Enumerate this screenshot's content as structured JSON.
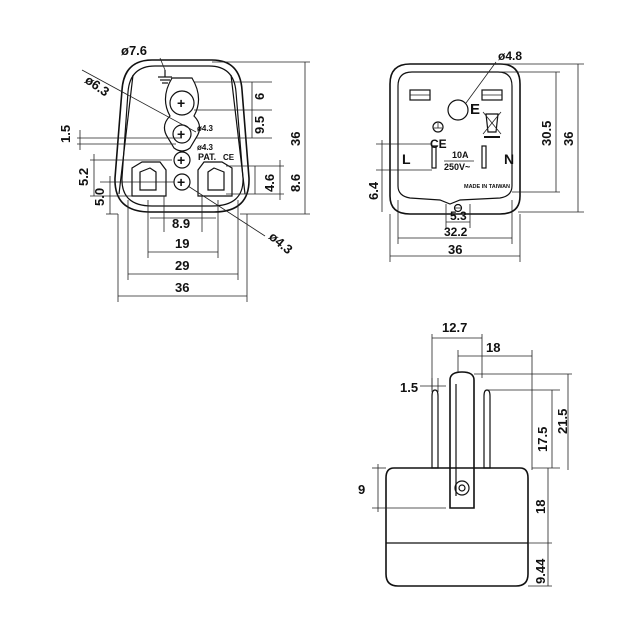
{
  "front": {
    "d_7_6": "ø7.6",
    "d_6_3": "ø6.3",
    "d_4_3a": "ø4.3",
    "d_4_3b": "ø4.3",
    "d_4_3c": "ø4.3",
    "pat": "PAT.",
    "ce": "CE",
    "v1_5": "1.5",
    "v5_2": "5.2",
    "v5_0": "5.0",
    "v6": "6",
    "v9_5": "9.5",
    "v36": "36",
    "v4_6": "4.6",
    "v8_6": "8.6",
    "h8_9": "8.9",
    "h19": "19",
    "h29": "29",
    "h36": "36"
  },
  "back": {
    "d_4_8": "ø4.8",
    "e": "E",
    "ce": "CE",
    "l": "L",
    "n": "N",
    "rating_a": "10A",
    "rating_v": "250V~",
    "made_in": "MADE IN TAIWAN",
    "v30_5": "30.5",
    "v36": "36",
    "v6_4": "6.4",
    "h5_3": "5.3",
    "h32_2": "32.2",
    "h36": "36"
  },
  "side": {
    "h12_7": "12.7",
    "h18": "18",
    "h1_5": "1.5",
    "v17_5": "17.5",
    "v21_5": "21.5",
    "v9": "9",
    "v18": "18",
    "v9_44": "9.44"
  }
}
